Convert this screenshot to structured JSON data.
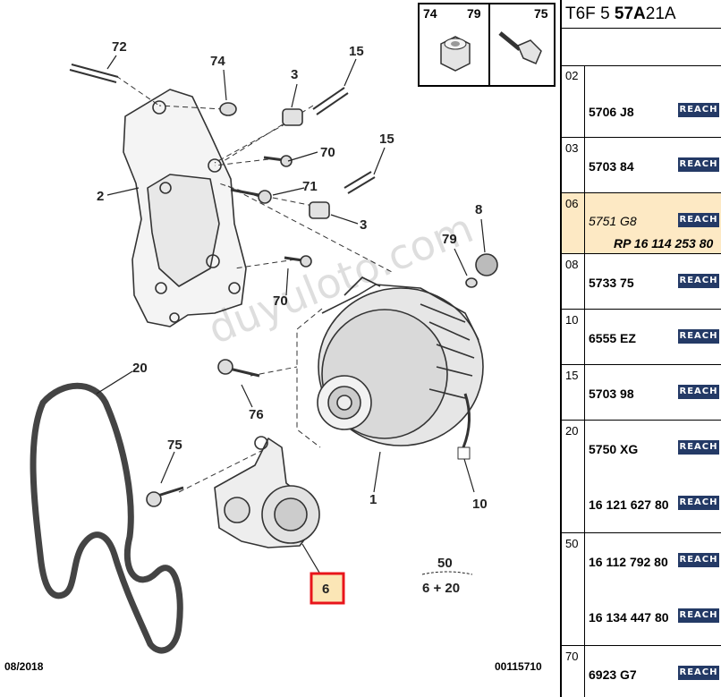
{
  "diagram": {
    "callouts": {
      "c72": "72",
      "c74": "74",
      "c3a": "3",
      "c15a": "15",
      "c70a": "70",
      "c2": "2",
      "c71": "71",
      "c15b": "15",
      "c3b": "3",
      "c8": "8",
      "c79": "79",
      "c70b": "70",
      "c20": "20",
      "c76": "76",
      "c75": "75",
      "c1": "1",
      "c10": "10",
      "c6": "6"
    },
    "kit": {
      "top": "50",
      "bottom": "6 + 20"
    },
    "inset": {
      "left_a": "74",
      "left_b": "79",
      "right": "75"
    },
    "watermark": "duyuloto.com",
    "footer_date": "08/2018",
    "footer_code": "00115710",
    "highlight_color": "#e8151b"
  },
  "panel": {
    "header": {
      "a": "T6F",
      "b": "5",
      "c": "57A",
      "d": "21A"
    },
    "reach_color": "#243a66",
    "highlight_bg": "#fde9c4",
    "rows": [
      {
        "index": "02",
        "parts": [
          "5706 J8"
        ],
        "reach": "REACH"
      },
      {
        "index": "03",
        "parts": [
          "5703 84"
        ],
        "reach": "REACH"
      },
      {
        "index": "06",
        "parts": [
          "5751 G8"
        ],
        "extra": "RP 16 114 253 80",
        "reach": "REACH"
      },
      {
        "index": "08",
        "parts": [
          "5733 75"
        ],
        "reach": "REACH"
      },
      {
        "index": "10",
        "parts": [
          "6555 EZ"
        ],
        "reach": "REACH"
      },
      {
        "index": "15",
        "parts": [
          "5703 98"
        ],
        "reach": "REACH"
      },
      {
        "index": "20",
        "parts": [
          "5750 XG",
          "16 121 627 80"
        ],
        "reach": "REACH"
      },
      {
        "index": "50",
        "parts": [
          "16 112 792 80",
          "16 134 447 80"
        ],
        "reach": "REACH"
      },
      {
        "index": "70",
        "parts": [
          "6923 G7"
        ],
        "reach": "REACH"
      }
    ]
  }
}
